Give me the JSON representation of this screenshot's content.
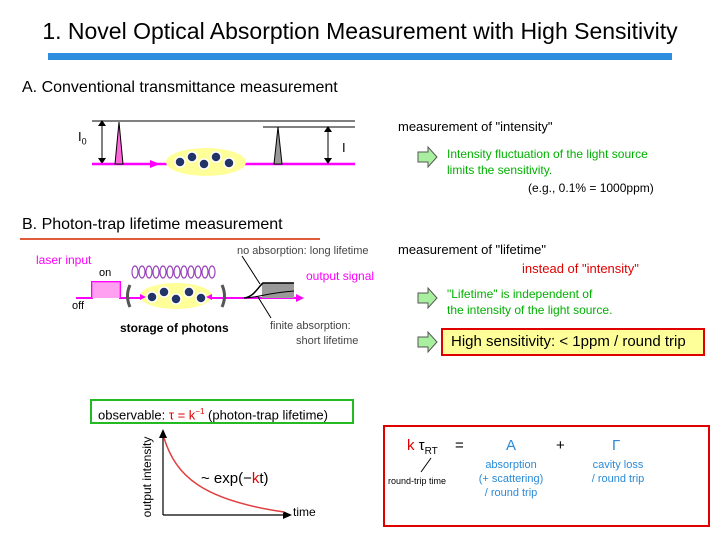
{
  "title": "1. Novel Optical Absorption Measurement with High Sensitivity",
  "colors": {
    "accent_bar": "#2f8de0",
    "green_text": "#00b000",
    "magenta": "#ff00ff",
    "red": "#e00000",
    "blue": "#2a8ad8",
    "highlight": "#ffff9a"
  },
  "sectionA": {
    "heading": "A. Conventional transmittance measurement",
    "label_I0": "I",
    "label_I0_sub": "0",
    "label_I": "I",
    "measurement": "measurement of \"intensity\"",
    "note_line1": "Intensity fluctuation of the light source",
    "note_line2": "limits the sensitivity.",
    "example": "(e.g., 0.1% = 1000ppm)"
  },
  "sectionB": {
    "heading": "B. Photon-trap lifetime measurement",
    "laser_input": "laser input",
    "on": "on",
    "off": "off",
    "storage": "storage of photons",
    "no_absorption": "no absorption: long lifetime",
    "output_signal": "output signal",
    "finite_line1": "finite absorption:",
    "finite_line2": "short lifetime",
    "measurement": "measurement of \"lifetime\"",
    "instead": "instead of \"intensity\"",
    "note_line1": "\"Lifetime\" is independent of",
    "note_line2": "the intensity of the light source.",
    "high_sensitivity": "High sensitivity: < 1ppm / round trip"
  },
  "observable": {
    "prefix": "observable: ",
    "formula": "τ = k",
    "sup": "−1",
    "suffix": " (photon-trap lifetime)"
  },
  "decay_plot": {
    "ylabel": "output intensity",
    "xlabel": "time",
    "formula_pre": "~ exp(−",
    "formula_k": "k",
    "formula_post": "t)"
  },
  "equation": {
    "k": "k",
    "tau": "τ",
    "tau_sub": "RT",
    "equals": "=",
    "A": "A",
    "plus": "+",
    "Gamma": "Γ",
    "roundtrip_time": "round-trip time",
    "abs_line1": "absorption",
    "abs_line2": "(+ scattering)",
    "abs_line3": "/ round trip",
    "loss_line1": "cavity loss",
    "loss_line2": "/ round trip"
  }
}
